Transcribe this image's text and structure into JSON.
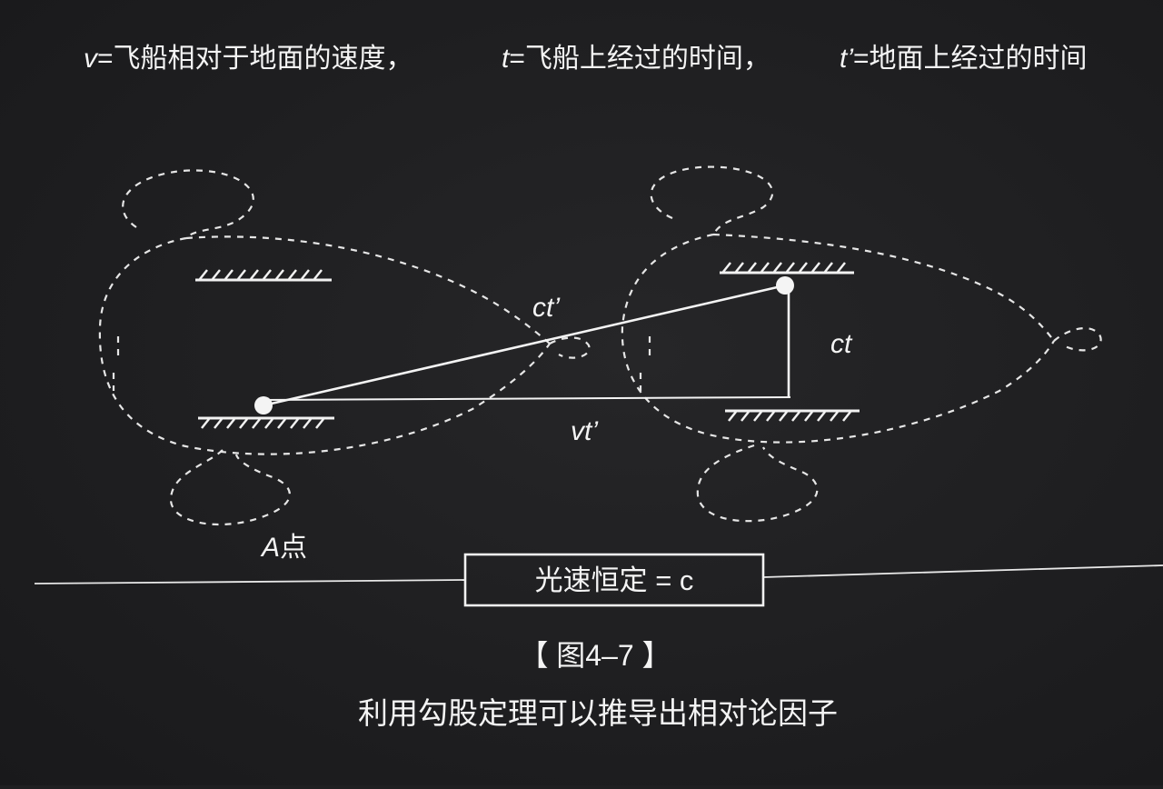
{
  "header": {
    "v_symbol": "v",
    "v_eq": "=",
    "v_desc": "飞船相对于地面的速度，",
    "t_symbol": "t",
    "t_eq": "=",
    "t_desc": "飞船上经过的时间，",
    "tp_symbol": "t’",
    "tp_eq": "=",
    "tp_desc": "地面上经过的时间"
  },
  "diagram": {
    "hypotenuse_label": "ct’",
    "vertical_label": "ct",
    "base_label": "vt’",
    "point_a_symbol": "A",
    "point_a_suffix": "点"
  },
  "banner": {
    "text": "光速恒定 = c"
  },
  "caption": {
    "figure_label": "【 图4–7 】",
    "description": "利用勾股定理可以推导出相对论因子"
  },
  "colors": {
    "background": "#1f1f21",
    "foreground": "#f2f2f2"
  }
}
